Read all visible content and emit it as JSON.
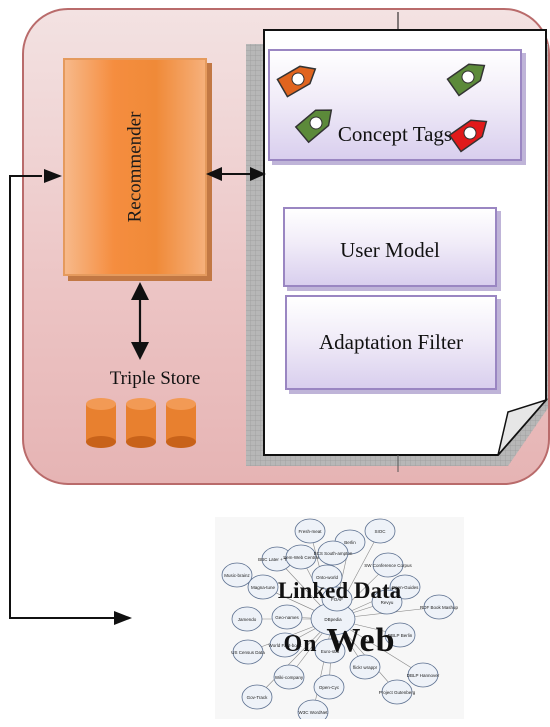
{
  "recommender": {
    "label": "Recommender"
  },
  "concept_tags": {
    "label": "Concept Tags"
  },
  "user_model": {
    "label": "User Model"
  },
  "adaptation_filter": {
    "label": "Adaptation Filter"
  },
  "triple_store": {
    "label": "Triple Store"
  },
  "linked_data": {
    "title_line1": "Linked Data",
    "title_on": "On",
    "title_web": "Web",
    "nodes": [
      "Fresh-meat",
      "SIOC",
      "Berlin",
      "BBC Later + TOTP",
      "SW Conference Corpus",
      "Music-brainz",
      "Magna-tune",
      "Onto-world",
      "Open-Guides",
      "Revyu",
      "RDF Book Mashup",
      "Jamendo",
      "Geo-names",
      "DBpedia",
      "DBLP Berlin",
      "US Census Data",
      "World Fact-book",
      "Euro-stat",
      "flickr wrappr",
      "Project Gutenberg",
      "Gov-Track",
      "Wiki-company",
      "Open-Cyc",
      "W3C WordNet",
      "DBLP Hannover",
      "Sem-Web Central",
      "ECS South-ampton",
      "FOAF"
    ]
  },
  "colors": {
    "panel": "#ecc4c4",
    "recommender": "#f08a38",
    "purple": "#9a86c2",
    "cylinder": "#e8802f"
  }
}
